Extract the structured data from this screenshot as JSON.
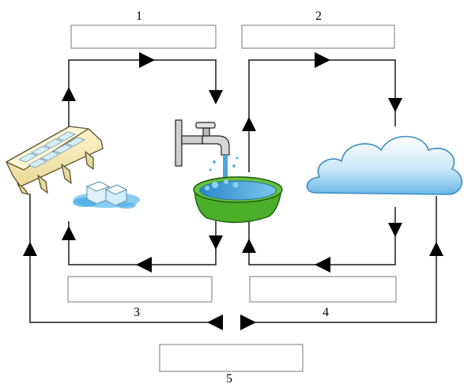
{
  "labels": {
    "n1": "1",
    "n2": "2",
    "n3": "3",
    "n4": "4",
    "n5": "5"
  },
  "answer_boxes": {
    "box1": "",
    "box2": "",
    "box3": "",
    "box4": "",
    "box5": ""
  },
  "pictures": {
    "ice_tray": "ice-cube-tray",
    "ice_cubes": "melting-ice-cubes",
    "tap": "water-tap",
    "basin": "basin-of-water",
    "cloud": "cloud"
  },
  "colors": {
    "line": "#1a1a1a",
    "basin": "#4caf2a",
    "water": "#3a9bd8",
    "cloud": "#9fd3f2",
    "ice": "#cfe9f7"
  }
}
